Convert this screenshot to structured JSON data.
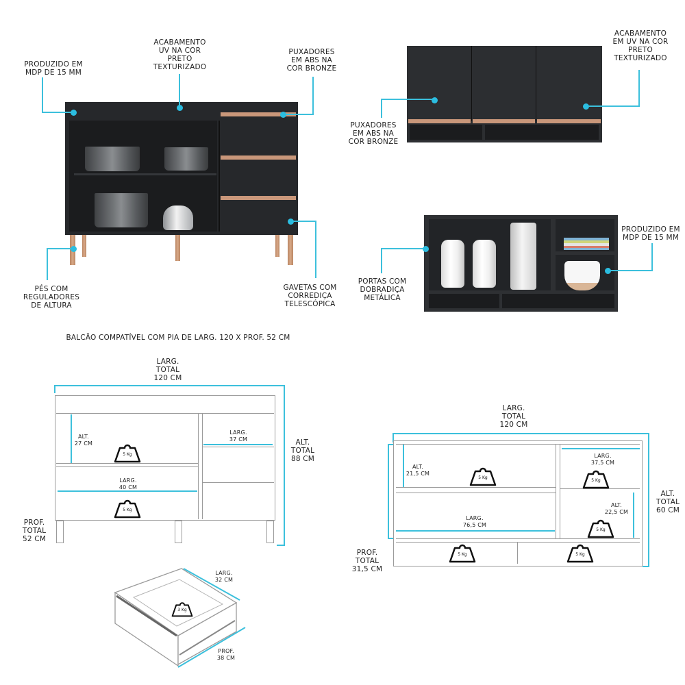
{
  "top_left": {
    "labels": {
      "mdp": "PRODUZIDO EM\nMDP DE 15 MM",
      "finish": "ACABAMENTO\nUV NA COR\nPRETO\nTEXTURIZADO",
      "handles": "PUXADORES\nEM ABS NA\nCOR BRONZE",
      "feet": "PÉS COM\nREGULADORES\nDE ALTURA",
      "drawers": "GAVETAS COM\nCORREDIÇA\nTELESCÓPICA"
    }
  },
  "top_right": {
    "labels": {
      "finish": "ACABAMENTO\nEM UV NA COR\nPRETO\nTEXTURIZADO",
      "handles": "PUXADORES\nEM ABS NA\nCOR BRONZE",
      "hinges": "PORTAS COM\nDOBRADIÇA\nMETÁLICA",
      "mdp": "PRODUZIDO EM\nMDP DE 15 MM"
    }
  },
  "caption": "BALCÃO COMPATÍVEL COM PIA DE LARG. 120 X PROF. 52 CM",
  "base_diagram": {
    "total_width": "LARG.\nTOTAL\n120 CM",
    "total_height": "ALT.\nTOTAL\n88 CM",
    "total_depth": "PROF.\nTOTAL\n52 CM",
    "shelf_height": "ALT.\n27 CM",
    "shelf_width": "LARG.\n40 CM",
    "drawer_width": "LARG.\n37 CM",
    "weight_1": "5 Kg",
    "weight_2": "5 Kg"
  },
  "drawer_diagram": {
    "width": "LARG.\n32 CM",
    "depth": "PROF.\n38 CM",
    "weight": "3 Kg"
  },
  "upper_diagram": {
    "total_width": "LARG.\nTOTAL\n120 CM",
    "total_height": "ALT.\nTOTAL\n60 CM",
    "total_depth": "PROF.\nTOTAL\n31,5 CM",
    "main_height": "ALT.\n21,5 CM",
    "main_width": "LARG.\n76,5 CM",
    "side_width": "LARG.\n37,5 CM",
    "side_height": "ALT.\n22,5 CM",
    "weights": [
      "5 Kg",
      "5 Kg",
      "5 Kg",
      "5 Kg",
      "5 Kg"
    ]
  },
  "colors": {
    "accent": "#3cc0dc",
    "cabinet": "#26282b",
    "bronze": "#c9977a",
    "line": "#9b9b9b"
  }
}
